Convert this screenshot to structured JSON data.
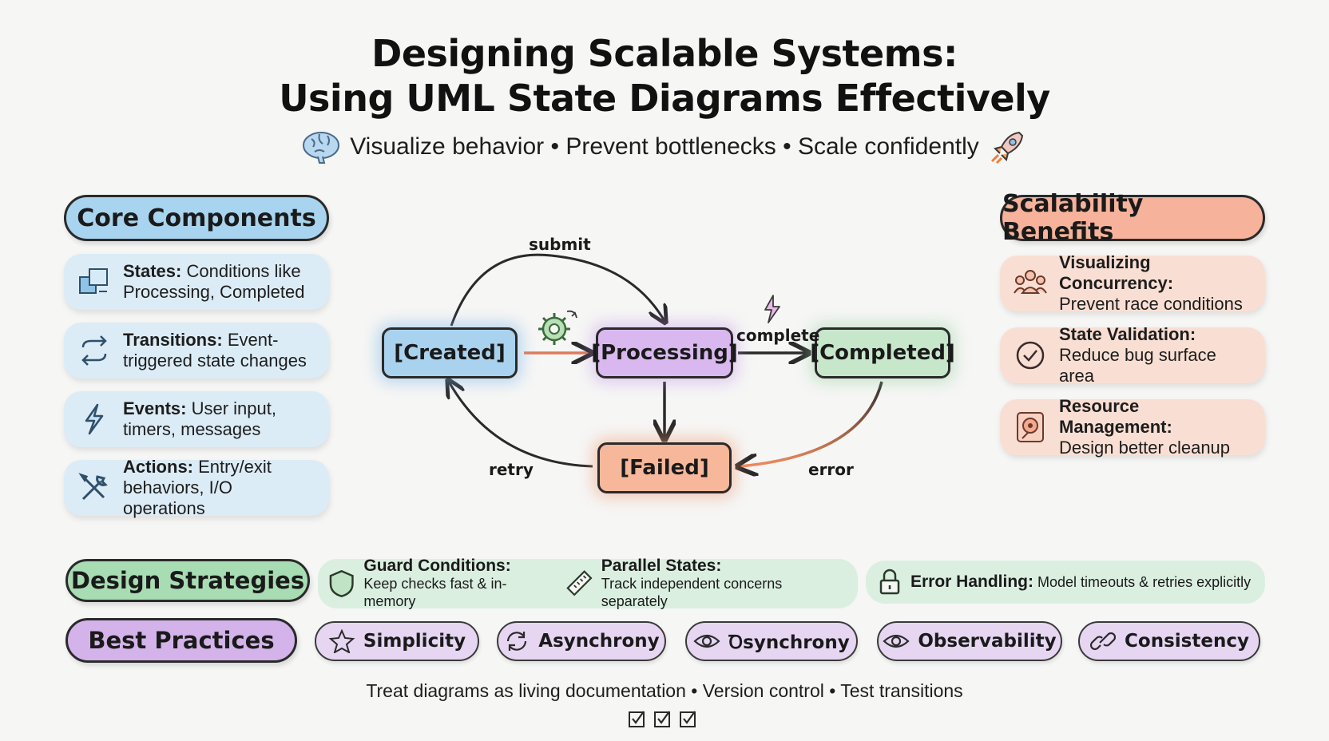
{
  "title": {
    "line1": "Designing Scalable Systems:",
    "line2": "Using UML State Diagrams Effectively"
  },
  "subtitle": {
    "text": "Visualize behavior • Prevent bottlenecks • Scale confidently",
    "left_icon": "brain-icon",
    "right_icon": "rocket-icon"
  },
  "core_components": {
    "heading": "Core Components",
    "color": "#a9d4ef",
    "items": [
      {
        "icon": "states-icon",
        "term": "States:",
        "desc_line1": "Conditions like",
        "desc_line2": "Processing, Completed"
      },
      {
        "icon": "transitions-icon",
        "term": "Transitions:",
        "desc_line1": "Event-",
        "desc_line2": "triggered state changes"
      },
      {
        "icon": "lightning-icon",
        "term": "Events:",
        "desc_line1": "User input,",
        "desc_line2": "timers, messages"
      },
      {
        "icon": "tools-icon",
        "term": "Actions:",
        "desc_line1": "Entry/exit",
        "desc_line2": "behaviors, I/O operations"
      }
    ]
  },
  "scalability_benefits": {
    "heading": "Scalability Benefits",
    "color": "#f6b29a",
    "items": [
      {
        "icon": "people-icon",
        "term": "Visualizing Concurrency:",
        "desc": "Prevent race conditions"
      },
      {
        "icon": "check-circle-icon",
        "term": "State Validation:",
        "desc": "Reduce bug surface area"
      },
      {
        "icon": "resource-icon",
        "term": "Resource Management:",
        "desc": "Design better cleanup"
      }
    ]
  },
  "diagram": {
    "states": {
      "created": "[Created]",
      "processing": "[Processing]",
      "completed": "[Completed]",
      "failed": "[Failed]"
    },
    "transitions": {
      "submit": "submit",
      "complete": "complete",
      "retry": "retry",
      "error": "error"
    },
    "colors": {
      "created": "#a8d2ee",
      "processing": "#d8b8ee",
      "completed": "#c6e7c9",
      "failed": "#f7b79b"
    }
  },
  "design_strategies": {
    "heading": "Design Strategies",
    "color": "#a8dcb3",
    "items": [
      {
        "icon": "shield-icon",
        "term": "Guard Conditions:",
        "desc": "Keep checks fast & in-memory"
      },
      {
        "icon": "ruler-icon",
        "term": "Parallel States:",
        "desc": "Track independent concerns separately"
      },
      {
        "icon": "lock-icon",
        "term": "Error Handling:",
        "desc": "Model timeouts & retries explicitly"
      }
    ]
  },
  "best_practices": {
    "heading": "Best Practices",
    "color": "#d3b3ea",
    "items": [
      {
        "icon": "star-icon",
        "label": "Simplicity"
      },
      {
        "icon": "sync-icon",
        "label": "Asynchrony"
      },
      {
        "icon": "eye-icon",
        "label": "Ꝺsynchrony"
      },
      {
        "icon": "eye-icon",
        "label": "Observability"
      },
      {
        "icon": "link-icon",
        "label": "Consistency"
      }
    ]
  },
  "footer": {
    "text": "Treat diagrams as living documentation • Version control • Test transitions"
  }
}
